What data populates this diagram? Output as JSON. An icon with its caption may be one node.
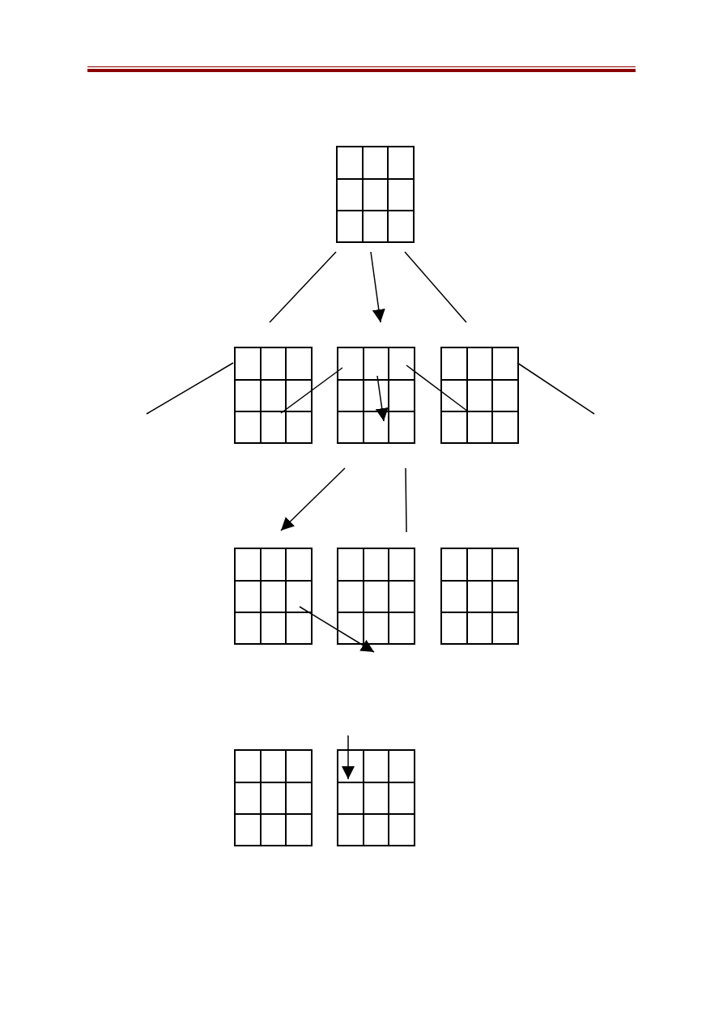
{
  "diagram": {
    "nodes": [
      {
        "text": [],
        "shape": "grid"
      },
      {
        "text": [],
        "shape": "grid"
      },
      {
        "text": [],
        "shape": "grid"
      },
      {
        "text": [],
        "shape": "grid"
      },
      {
        "text": [],
        "shape": "grid"
      },
      {
        "text": [],
        "shape": "grid"
      },
      {
        "text": [],
        "shape": "grid"
      },
      {
        "text": [],
        "shape": "grid"
      },
      {
        "text": [],
        "shape": "grid"
      }
    ],
    "edges": [
      {
        "from": 0,
        "to": 1,
        "arrow": "none"
      },
      {
        "from": 0,
        "to": 2,
        "arrow": "to"
      },
      {
        "from": 0,
        "to": 3,
        "arrow": "none"
      },
      {
        "from": 1,
        "to": null,
        "arrow": "none"
      },
      {
        "from": 2,
        "to": 1,
        "arrow": "none"
      },
      {
        "from": 2,
        "to": 3,
        "arrow": "none"
      },
      {
        "from": 3,
        "to": null,
        "arrow": "none"
      },
      {
        "from": 2,
        "to": 4,
        "arrow": "to"
      },
      {
        "from": 2,
        "to": 5,
        "arrow": "none"
      },
      {
        "from": 4,
        "to": 5,
        "arrow": "to"
      },
      {
        "from": null,
        "to": 8,
        "arrow": "to"
      }
    ]
  }
}
